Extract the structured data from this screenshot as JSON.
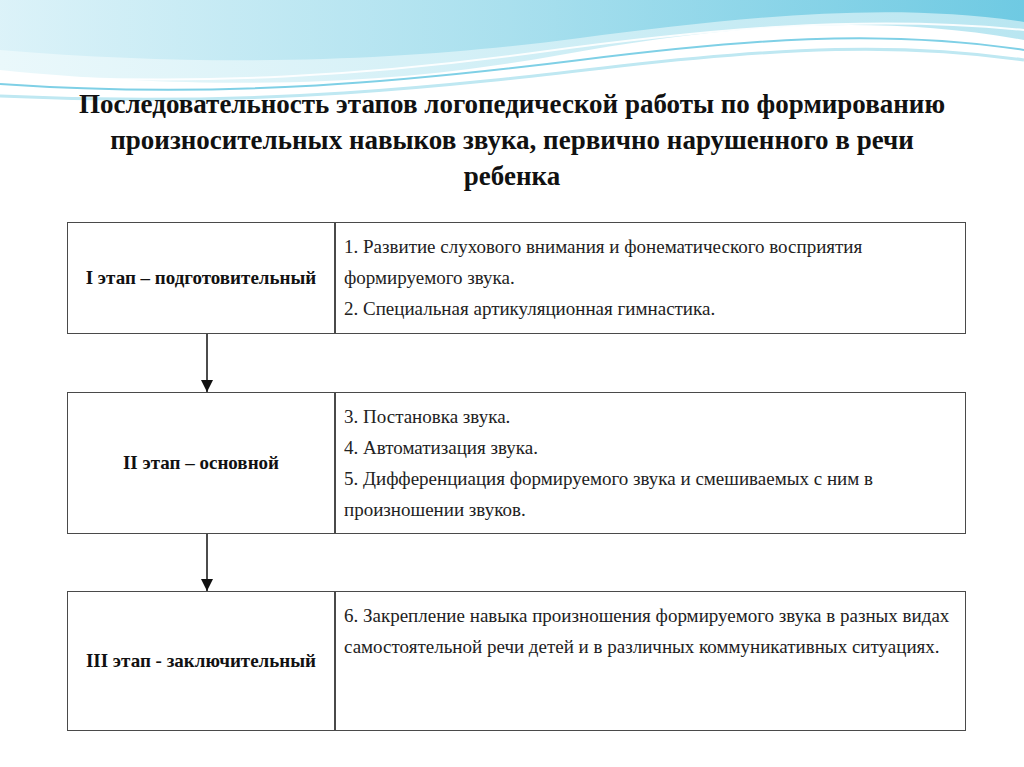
{
  "diagram": {
    "title": "Последовательность этапов логопедической работы по формированию произносительных навыков звука, первично нарушенного в речи ребенка",
    "nodes": [
      {
        "text": [
          "I этап – подготовительный"
        ]
      },
      {
        "text": [
          "1. Развитие слухового внимания и фонематического восприятия формируемого звука.",
          "2. Специальная артикуляционная гимнастика."
        ]
      },
      {
        "text": [
          "II этап – основной"
        ]
      },
      {
        "text": [
          "3. Постановка звука.",
          "4. Автоматизация звука.",
          "5. Дифференциация формируемого звука и смешиваемых  с ним в произношении звуков."
        ]
      },
      {
        "text": [
          "III этап - заключительный"
        ]
      },
      {
        "text": [
          "6. Закрепление навыка произношения формируемого звука в разных видах самостоятельной речи детей и в различных коммуникативных ситуациях."
        ]
      }
    ],
    "edges": [
      {
        "from": 0,
        "to": 2,
        "arrow": "to"
      },
      {
        "from": 2,
        "to": 4,
        "arrow": "to"
      }
    ]
  }
}
